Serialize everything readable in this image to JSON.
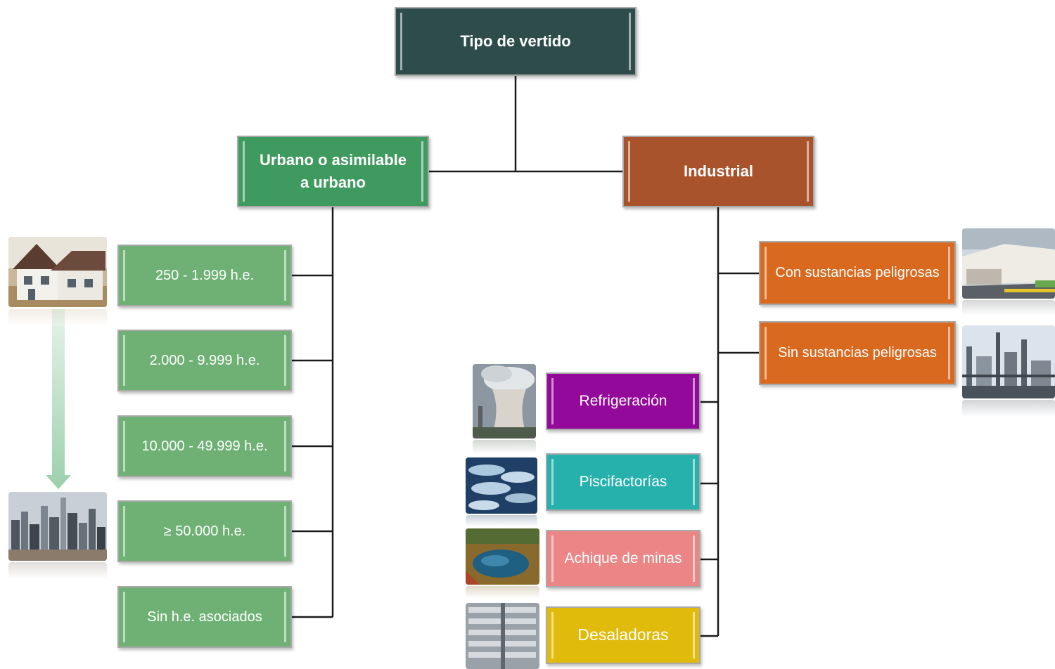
{
  "diagram": {
    "root": {
      "label": "Tipo  de vertido",
      "color": "#2e4d4a"
    },
    "urbano": {
      "label_line1": "Urbano o asimilable",
      "label_line2": "a urbano",
      "color": "#3f9a5f",
      "items": [
        {
          "label": "250 - 1.999 h.e."
        },
        {
          "label": "2.000 - 9.999 h.e."
        },
        {
          "label": "10.000 - 49.999 h.e."
        },
        {
          "label": "≥ 50.000 h.e."
        },
        {
          "label": "Sin h.e. asociados"
        }
      ],
      "item_color": "#6fb174"
    },
    "industrial": {
      "label": "Industrial",
      "color": "#a9532c",
      "substances": [
        {
          "label": "Con sustancias peligrosas",
          "color": "#d9691f"
        },
        {
          "label": "Sin sustancias peligrosas",
          "color": "#d9691f"
        }
      ],
      "types": [
        {
          "label": "Refrigeración",
          "color": "#93099a"
        },
        {
          "label": "Piscifactorías",
          "color": "#27b1ac"
        },
        {
          "label": "Achique de minas",
          "color": "#ec8585"
        },
        {
          "label": "Desaladoras",
          "color": "#e0bb0c"
        }
      ]
    },
    "images": [
      {
        "icon": "house-photo"
      },
      {
        "icon": "city-skyline-photo"
      },
      {
        "icon": "warehouse-photo"
      },
      {
        "icon": "refinery-photo"
      },
      {
        "icon": "cooling-tower-photo"
      },
      {
        "icon": "fish-photo"
      },
      {
        "icon": "mine-lake-photo"
      },
      {
        "icon": "desalination-membranes-photo"
      }
    ]
  }
}
